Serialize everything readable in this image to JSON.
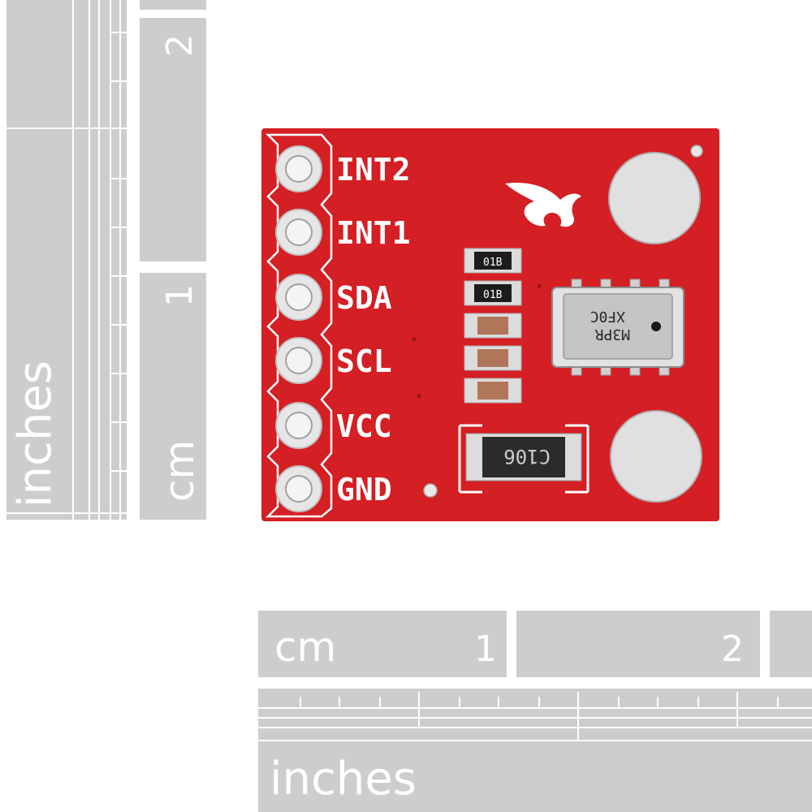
{
  "left_ruler": {
    "inches_label": "inches",
    "cm_label": "cm",
    "cm_numbers": [
      "1",
      "2"
    ]
  },
  "bottom_ruler": {
    "cm_label": "cm",
    "cm_numbers": [
      "1",
      "2"
    ],
    "inches_label": "inches"
  },
  "board": {
    "pin_labels": [
      "INT2",
      "INT1",
      "SDA",
      "SCL",
      "VCC",
      "GND"
    ],
    "resistor_markings": [
      "01B",
      "01B"
    ],
    "sensor_markings": [
      "M3PR",
      "XF0C"
    ],
    "capacitor_marking": "C106",
    "colors": {
      "pcb": "#d41f24",
      "silkscreen": "#ffffff",
      "pad": "#d9d9d9",
      "ruler_gray": "#c8c8c8"
    }
  }
}
